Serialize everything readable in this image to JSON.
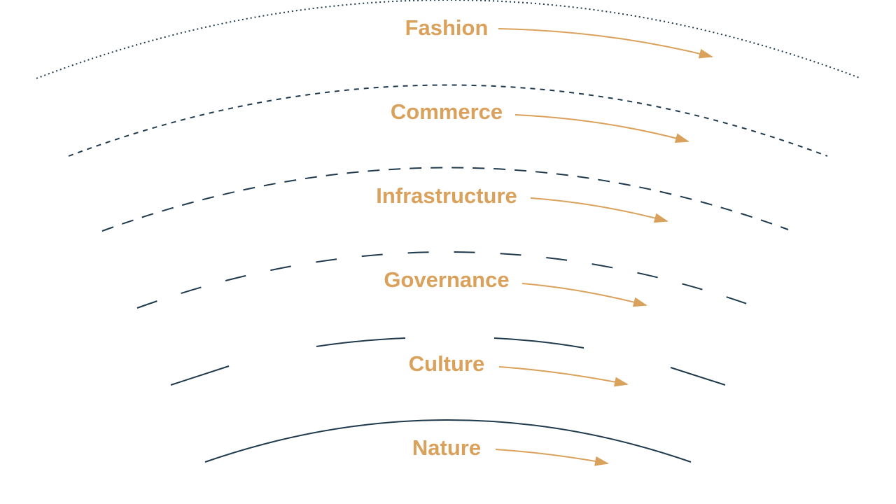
{
  "colors": {
    "arc": "#1e3a4c",
    "accent": "#d9a15b",
    "background": "#ffffff"
  },
  "layers": [
    {
      "label": "Fashion",
      "line_style": "dotted"
    },
    {
      "label": "Commerce",
      "line_style": "short-dashed"
    },
    {
      "label": "Infrastructure",
      "line_style": "dashed"
    },
    {
      "label": "Governance",
      "line_style": "long-dashed"
    },
    {
      "label": "Culture",
      "line_style": "very-long-dashed"
    },
    {
      "label": "Nature",
      "line_style": "solid"
    }
  ]
}
